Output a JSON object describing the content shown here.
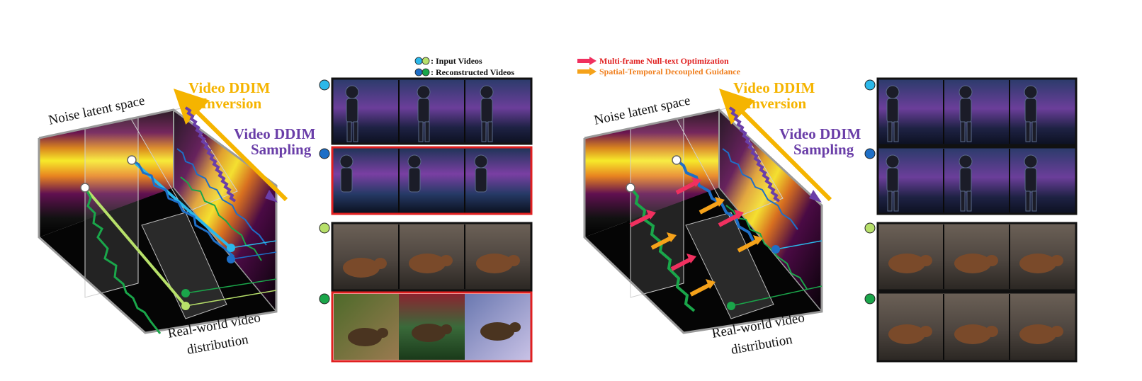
{
  "legend_videos": {
    "input": ": Input Videos",
    "reconstructed": ": Reconstructed Videos"
  },
  "legend_methods": {
    "null_text": "Multi-frame Null-text Optimization",
    "guidance": "Spatial-Temporal Decoupled Guidance"
  },
  "left_panel": {
    "noise_label": "Noise latent space",
    "inversion_line1": "Video DDIM",
    "inversion_line2": "Inversion",
    "sampling_line1": "Video DDIM",
    "sampling_line2": "Sampling",
    "real_line1": "Real-world video",
    "real_line2": "distribution"
  },
  "right_panel": {
    "noise_label": "Noise latent space",
    "inversion_line1": "Video DDIM",
    "inversion_line2": "Inversion",
    "sampling_line1": "Video DDIM",
    "sampling_line2": "Sampling",
    "real_line1": "Real-world video",
    "real_line2": "distribution"
  },
  "colors": {
    "input_cyan": "#2bb8ea",
    "input_lime": "#b7e06a",
    "recon_blue": "#1e6fc7",
    "recon_green": "#1aa64a",
    "inversion": "#f5b400",
    "sampling": "#6a3ea8",
    "nulltext_arrow": "#f0305f",
    "guidance_arrow": "#f5a21a",
    "frame_red": "#e02020"
  }
}
